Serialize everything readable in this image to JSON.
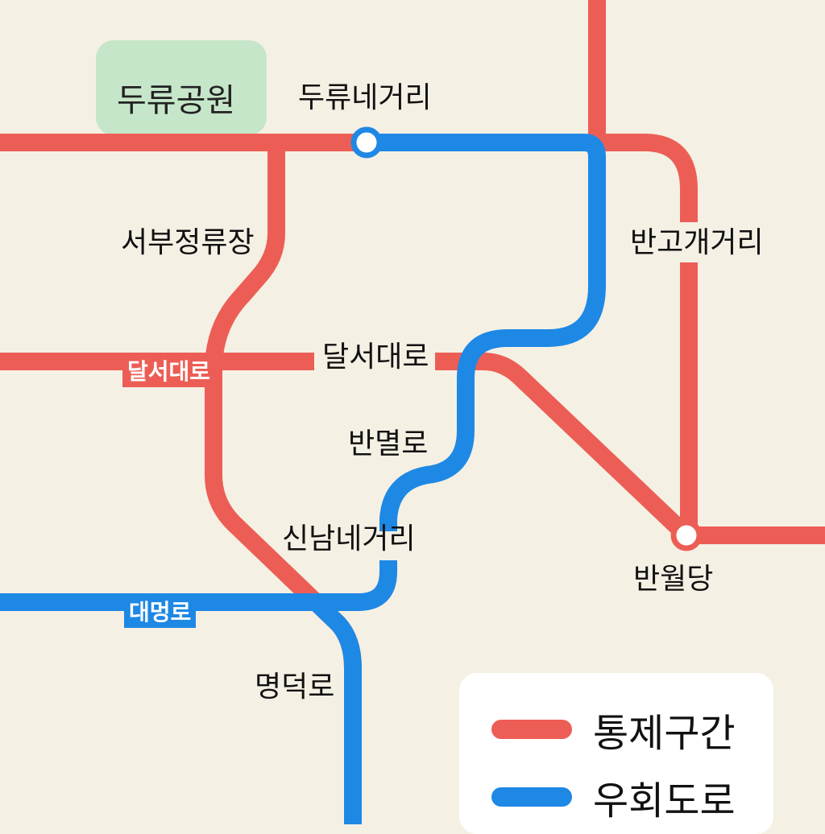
{
  "colors": {
    "restricted": "#ec5e55",
    "detour": "#1e88e5",
    "background": "#f5f0e4",
    "park": "#c6e6c9"
  },
  "park": {
    "label": "두류공원"
  },
  "stations": {
    "duryu_intersection": "두류네거리",
    "seobu_terminal": "서부정류장",
    "bango_intersection": "반고개거리",
    "dalseo_daero": "달서대로",
    "banmyeol_ro": "반멸로",
    "sinnam_intersection": "신남네거리",
    "banwoldang": "반월당",
    "myeongdeok_ro": "명덕로"
  },
  "road_tags": {
    "dalseo": "달서대로",
    "daemyeong": "대멍로"
  },
  "legend": [
    {
      "label": "통제구간",
      "color": "#ec5e55"
    },
    {
      "label": "우회도로",
      "color": "#1e88e5"
    }
  ]
}
